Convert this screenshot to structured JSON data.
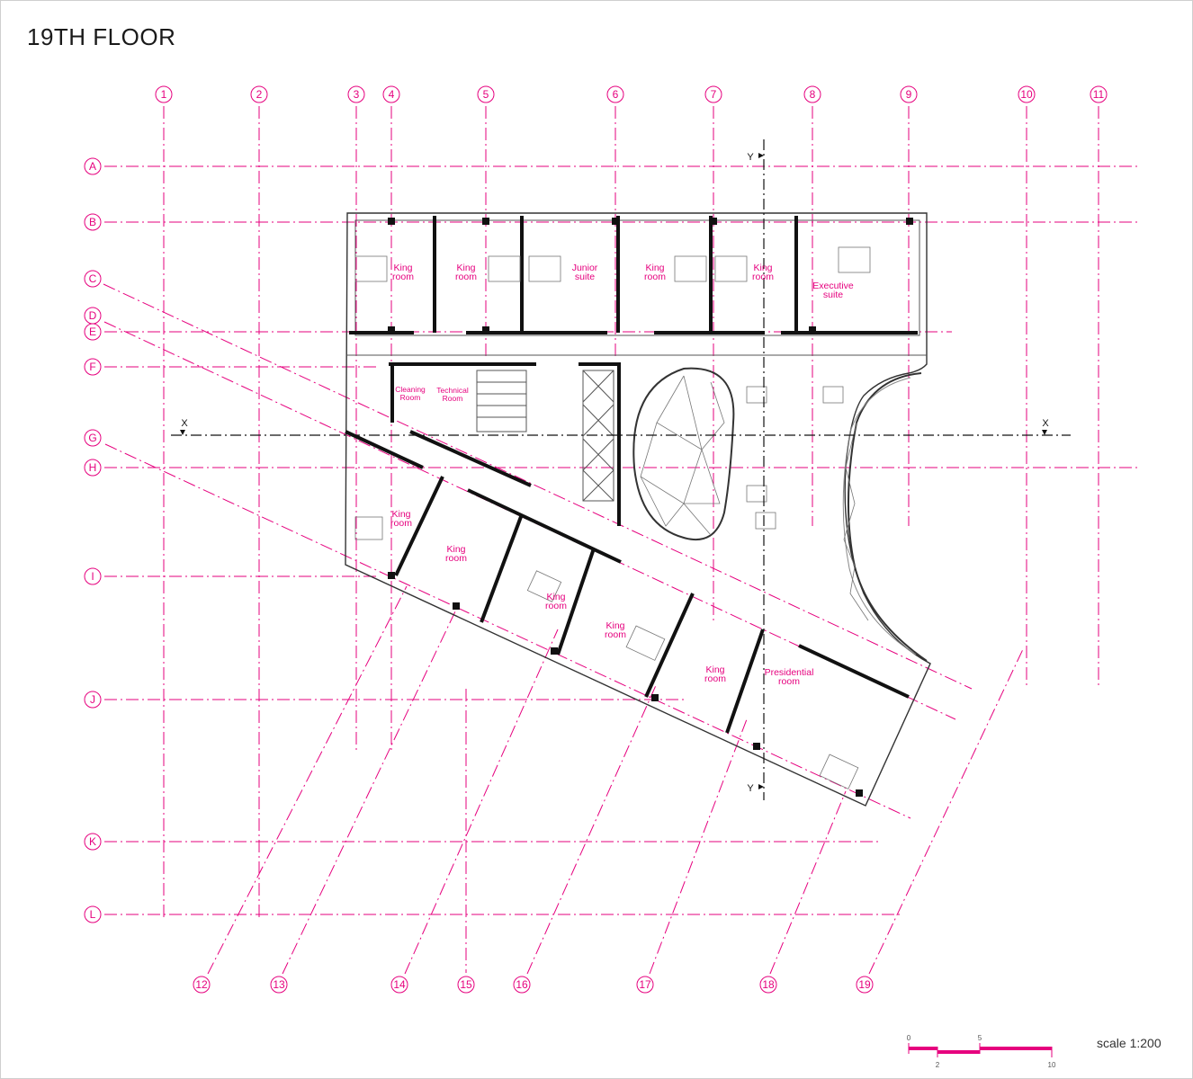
{
  "title": "19TH FLOOR",
  "scale_label": "scale 1:200",
  "scale_bar_ticks": [
    "0",
    "2",
    "5",
    "10"
  ],
  "accent_color": "#e6007e",
  "grid_columns": [
    "1",
    "2",
    "3",
    "4",
    "5",
    "6",
    "7",
    "8",
    "9",
    "10",
    "11"
  ],
  "grid_rows": [
    "A",
    "B",
    "C",
    "D",
    "E",
    "F",
    "G",
    "H",
    "I",
    "J",
    "K",
    "L"
  ],
  "grid_diagonals": [
    "12",
    "13",
    "14",
    "15",
    "16",
    "17",
    "18",
    "19"
  ],
  "section_axes": {
    "x": "X",
    "y": "Y"
  },
  "rooms": [
    {
      "line1": "King",
      "line2": "room"
    },
    {
      "line1": "King",
      "line2": "room"
    },
    {
      "line1": "Junior",
      "line2": "suite"
    },
    {
      "line1": "King",
      "line2": "room"
    },
    {
      "line1": "King",
      "line2": "room"
    },
    {
      "line1": "Executive",
      "line2": "suite"
    },
    {
      "line1": "Cleaning",
      "line2": "Room"
    },
    {
      "line1": "Technical",
      "line2": "Room"
    },
    {
      "line1": "King",
      "line2": "room"
    },
    {
      "line1": "King",
      "line2": "room"
    },
    {
      "line1": "King",
      "line2": "room"
    },
    {
      "line1": "King",
      "line2": "room"
    },
    {
      "line1": "King",
      "line2": "room"
    },
    {
      "line1": "Presidential",
      "line2": "room"
    }
  ]
}
